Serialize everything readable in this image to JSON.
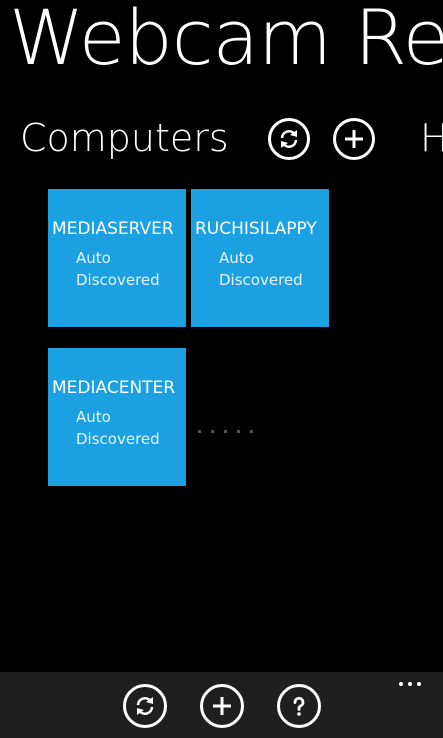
{
  "app": {
    "title": "Webcam Re"
  },
  "section": {
    "header": "Computers",
    "next_header_peek": "H",
    "refresh_icon": "refresh-icon",
    "add_icon": "add-icon"
  },
  "tiles": [
    {
      "name": "MEDIASERVER",
      "status_line1": "Auto",
      "status_line2": "Discovered"
    },
    {
      "name": "RUCHISILAPPY",
      "status_line1": "Auto",
      "status_line2": "Discovered"
    },
    {
      "name": "MEDIACENTER",
      "status_line1": "Auto",
      "status_line2": "Discovered"
    }
  ],
  "app_bar": {
    "buttons": [
      "refresh-icon",
      "add-icon",
      "help-icon"
    ],
    "more": "more-icon"
  },
  "colors": {
    "background": "#000000",
    "tile_accent": "#1ba1e2",
    "app_bar": "#1f1f1f",
    "foreground": "#ffffff"
  }
}
